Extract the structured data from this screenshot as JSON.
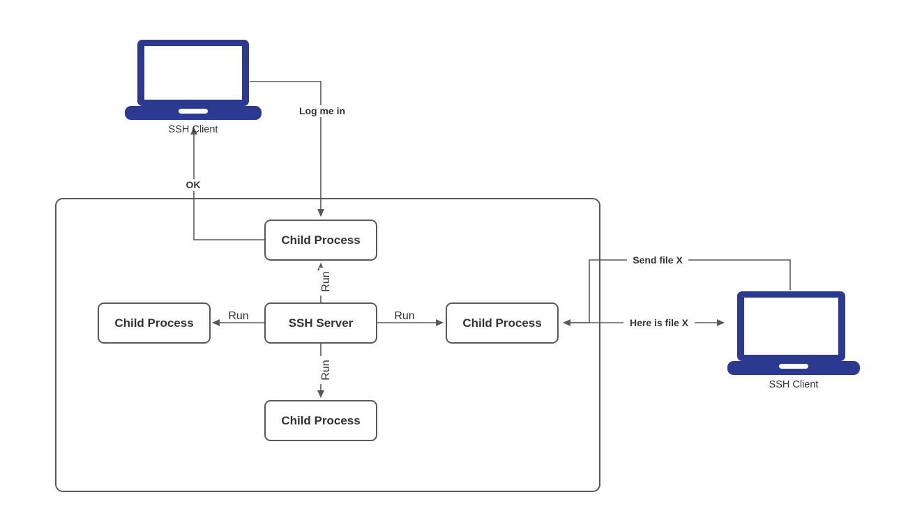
{
  "colors": {
    "laptop_fill": "#2b3990",
    "line": "#595959",
    "box_stroke": "#595959",
    "text": "#333333",
    "background": "#ffffff"
  },
  "nodes": {
    "client_left": {
      "label": "SSH Client"
    },
    "client_right": {
      "label": "SSH Client"
    },
    "server": {
      "label": "SSH Server"
    },
    "child_top": {
      "label": "Child Process"
    },
    "child_left": {
      "label": "Child Process"
    },
    "child_right": {
      "label": "Child Process"
    },
    "child_bottom": {
      "label": "Child Process"
    }
  },
  "edges": {
    "log_me_in": {
      "label": "Log me in"
    },
    "ok": {
      "label": "OK"
    },
    "run_top": {
      "label": "Run"
    },
    "run_left": {
      "label": "Run"
    },
    "run_right": {
      "label": "Run"
    },
    "run_bottom": {
      "label": "Run"
    },
    "send_file": {
      "label": "Send file X"
    },
    "here_is_file": {
      "label": "Here is file X"
    }
  }
}
